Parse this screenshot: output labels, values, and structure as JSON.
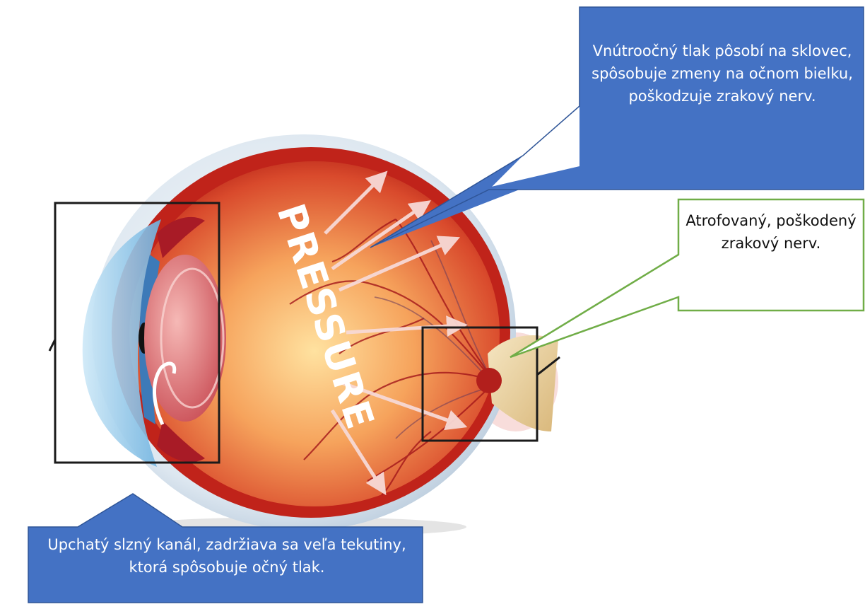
{
  "labels": {
    "eye_pressure_word": "PRESSURE",
    "top_callout": "Vnútroočný tlak pôsobí na sklovec, spôsobuje zmeny na očnom bielku, poškodzuje zrakový nerv.",
    "right_callout": "Atrofovaný, poškodený zrakový nerv.",
    "bottom_callout": "Upchatý slzný kanál, zadržiava sa veľa tekutiny, ktorá spôsobuje očný tlak."
  },
  "colors": {
    "blue_callout": "#4472c4",
    "green_callout_border": "#70ad47",
    "eye_red": "#c8281e",
    "vitreous_orange": "#f29a5a",
    "sclera": "#e6eef5",
    "cornea_blue": "#8fc6ea",
    "optic_nerve": "#efd9a8"
  }
}
